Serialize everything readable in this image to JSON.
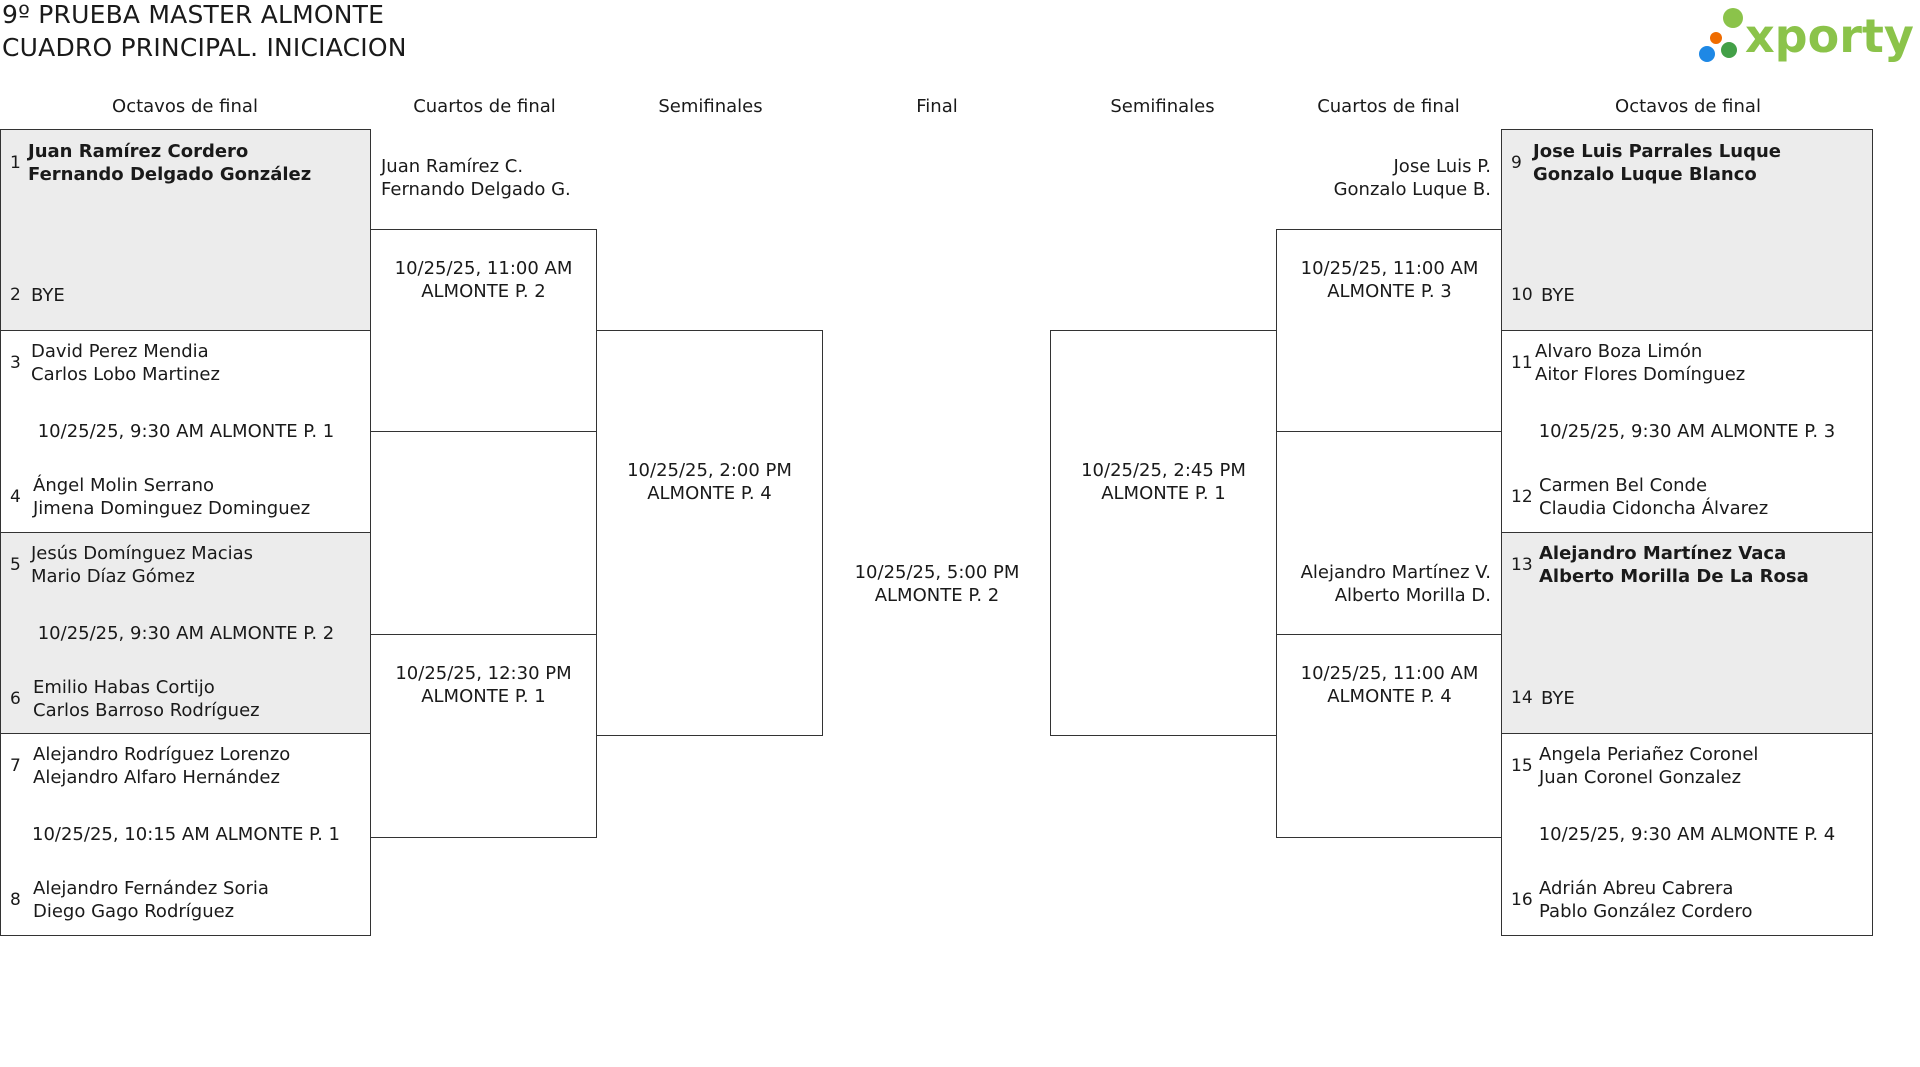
{
  "header": {
    "title_line1": "9º PRUEBA MASTER ALMONTE",
    "title_line2": "CUADRO PRINCIPAL. INICIACION",
    "logo_text": "xporty",
    "logo_colors": [
      "#1e88e5",
      "#43a047",
      "#ef6c00",
      "#8bc34a"
    ]
  },
  "rounds": {
    "left_octavos": "Octavos de final",
    "left_cuartos": "Cuartos de final",
    "left_semis": "Semifinales",
    "final": "Final",
    "right_semis": "Semifinales",
    "right_cuartos": "Cuartos de final",
    "right_octavos": "Octavos de final"
  },
  "left_r16": [
    {
      "seedA": "1",
      "a1": "Juan Ramírez Cordero",
      "a2": "Fernando Delgado González",
      "seedB": "2",
      "b1": "BYE",
      "b2": "",
      "schedule": ""
    },
    {
      "seedA": "3",
      "a1": "David Perez Mendia",
      "a2": "Carlos Lobo Martinez",
      "seedB": "4",
      "b1": "Ángel Molin Serrano",
      "b2": "Jimena Dominguez Dominguez",
      "schedule": "10/25/25, 9:30 AM ALMONTE P. 1"
    },
    {
      "seedA": "5",
      "a1": "Jesús Domínguez Macias",
      "a2": "Mario Díaz Gómez",
      "seedB": "6",
      "b1": "Emilio Habas Cortijo",
      "b2": "Carlos Barroso Rodríguez",
      "schedule": "10/25/25, 9:30 AM ALMONTE P. 2"
    },
    {
      "seedA": "7",
      "a1": "Alejandro Rodríguez Lorenzo",
      "a2": "Alejandro Alfaro Hernández",
      "seedB": "8",
      "b1": "Alejandro Fernández Soria",
      "b2": "Diego Gago Rodríguez",
      "schedule": "10/25/25, 10:15 AM ALMONTE P. 1"
    }
  ],
  "right_r16": [
    {
      "seedA": "9",
      "a1": "Jose Luis Parrales Luque",
      "a2": "Gonzalo Luque Blanco",
      "seedB": "10",
      "b1": "BYE",
      "b2": "",
      "schedule": ""
    },
    {
      "seedA": "11",
      "a1": "Alvaro Boza Limón",
      "a2": "Aitor Flores Domínguez",
      "seedB": "12",
      "b1": "Carmen Bel Conde",
      "b2": "Claudia Cidoncha Álvarez",
      "schedule": "10/25/25, 9:30 AM ALMONTE P. 3"
    },
    {
      "seedA": "13",
      "a1": "Alejandro Martínez Vaca",
      "a2": "Alberto Morilla De La Rosa",
      "seedB": "14",
      "b1": "BYE",
      "b2": "",
      "schedule": ""
    },
    {
      "seedA": "15",
      "a1": "Angela Periañez Coronel",
      "a2": "Juan Coronel Gonzalez",
      "seedB": "16",
      "b1": "Adrián Abreu Cabrera",
      "b2": "Pablo González Cordero",
      "schedule": "10/25/25, 9:30 AM ALMONTE P. 4"
    }
  ],
  "left_qf": [
    {
      "winner1": "Juan Ramírez C.",
      "winner2": "Fernando Delgado G.",
      "date": "10/25/25, 11:00 AM",
      "court": "ALMONTE P. 2"
    },
    {
      "winner1": "",
      "winner2": "",
      "date": "10/25/25, 12:30 PM",
      "court": "ALMONTE P. 1"
    }
  ],
  "right_qf": [
    {
      "winner1": "Jose Luis P.",
      "winner2": "Gonzalo Luque B.",
      "date": "10/25/25, 11:00 AM",
      "court": "ALMONTE P. 3"
    },
    {
      "winner1": "Alejandro Martínez V.",
      "winner2": "Alberto Morilla D.",
      "date": "10/25/25, 11:00 AM",
      "court": "ALMONTE P. 4"
    }
  ],
  "left_sf": {
    "date": "10/25/25, 2:00 PM",
    "court": "ALMONTE P. 4"
  },
  "right_sf": {
    "date": "10/25/25, 2:45 PM",
    "court": "ALMONTE P. 1"
  },
  "final_match": {
    "date": "10/25/25, 5:00 PM",
    "court": "ALMONTE P. 2"
  }
}
